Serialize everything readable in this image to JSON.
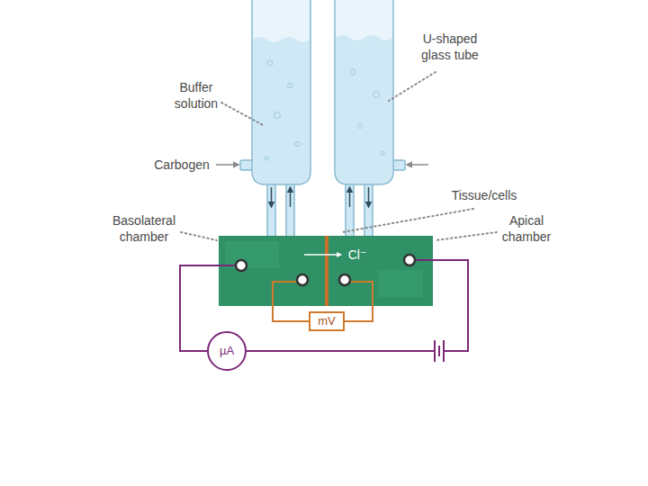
{
  "diagram": {
    "nodes": [
      {
        "text": [
          "mV"
        ]
      },
      {
        "text": [
          "µA"
        ]
      }
    ],
    "labels": [
      "U-shaped glass tube",
      "Buffer solution",
      "Carbogen",
      "Tissue/cells",
      "Basolateral chamber",
      "Apical chamber",
      "Cl⁻"
    ]
  }
}
